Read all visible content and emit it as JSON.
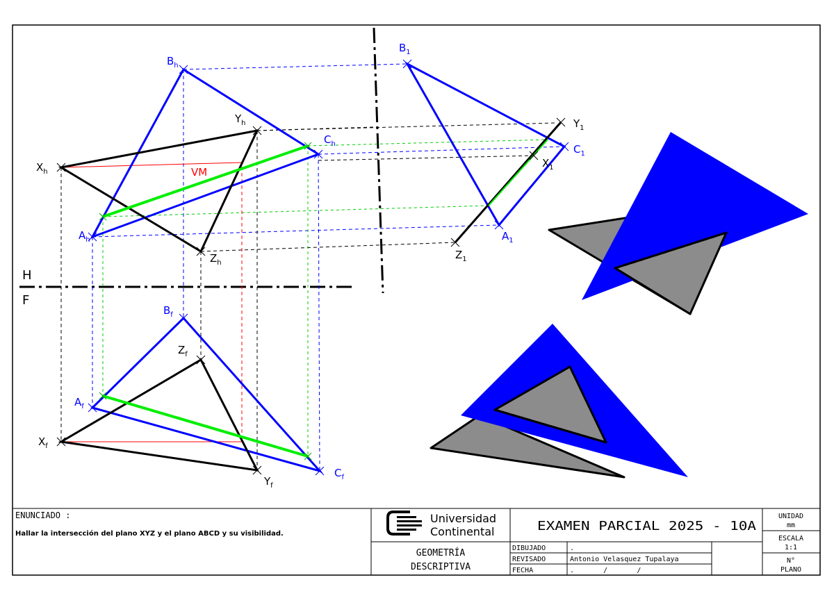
{
  "labels": {
    "B_h": "B",
    "B_h_sub": "h",
    "Y_h": "Y",
    "Y_h_sub": "h",
    "C_h": "C",
    "C_h_sub": "h",
    "X_h": "X",
    "X_h_sub": "h",
    "A_h": "A",
    "A_h_sub": "h",
    "Z_h": "Z",
    "Z_h_sub": "h",
    "VM": "VM",
    "B_1": "B",
    "B_1_sub": "1",
    "Y_1": "Y",
    "Y_1_sub": "1",
    "C_1": "C",
    "C_1_sub": "1",
    "X_1": "X",
    "X_1_sub": "1",
    "A_1": "A",
    "A_1_sub": "1",
    "Z_1": "Z",
    "Z_1_sub": "1",
    "H": "H",
    "F": "F",
    "B_f": "B",
    "B_f_sub": "f",
    "Z_f": "Z",
    "Z_f_sub": "f",
    "A_f": "A",
    "A_f_sub": "f",
    "X_f": "X",
    "X_f_sub": "f",
    "C_f": "C",
    "C_f_sub": "f",
    "Y_f": "Y",
    "Y_f_sub": "f"
  },
  "title_block": {
    "enunciado_label": "ENUNCIADO :",
    "enunciado_text": "Hallar la intersección del plano XYZ y el plano ABCD y su visibilidad.",
    "university_line1": "Universidad",
    "university_line2": "Continental",
    "course_line1": "GEOMETRÍA",
    "course_line2": "DESCRIPTIVA",
    "exam_title": "EXAMEN PARCIAL 2025 - 10A",
    "dibujado_label": "DIBUJADO",
    "dibujado_value": ".",
    "revisado_label": "REVISADO",
    "revisado_value": "Antonio Velasquez Tupalaya",
    "fecha_label": "FECHA",
    "fecha_value": ".       /       /",
    "unidad_label": "UNIDAD",
    "unidad_value": "mm",
    "escala_label": "ESCALA",
    "escala_value": "1:1",
    "plano_label": "N°",
    "plano_value": "PLANO"
  },
  "colors": {
    "plane_abc": "#0000ff",
    "plane_xyz": "#000000",
    "intersection": "#00ff00",
    "true_length": "#ff0000",
    "solid_gray": "#8c8c8c"
  }
}
